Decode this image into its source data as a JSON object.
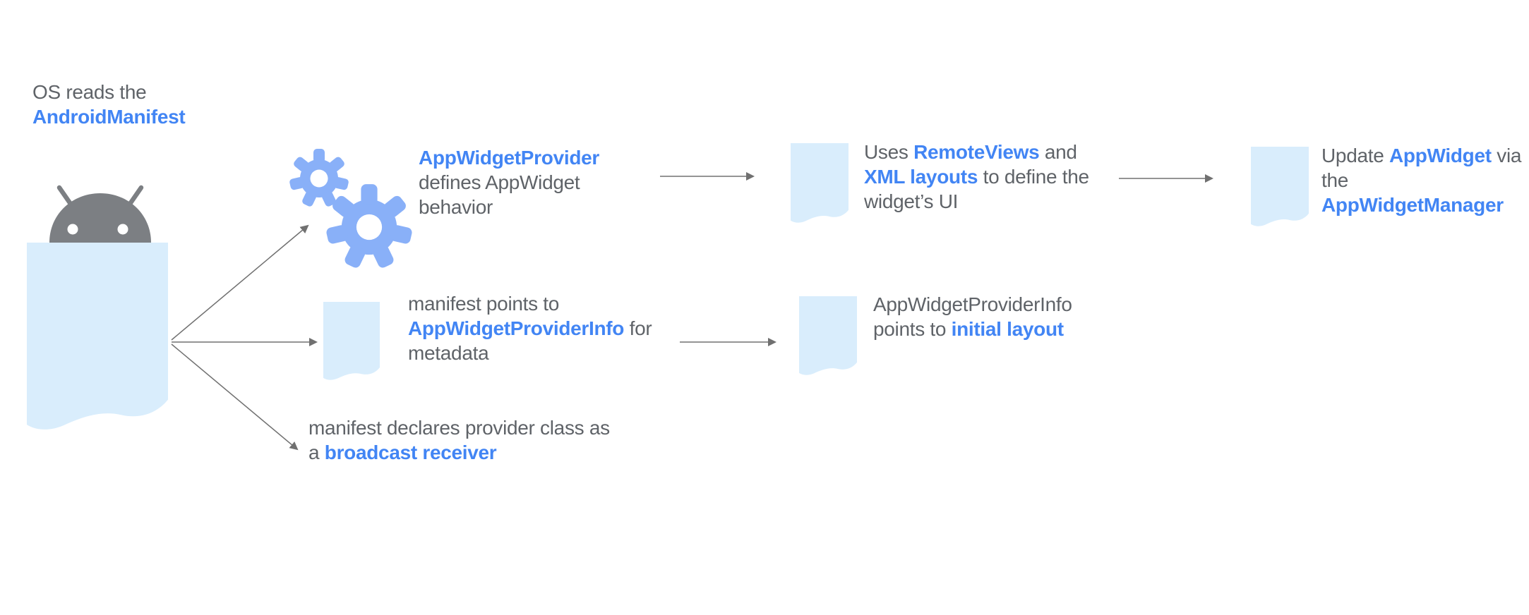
{
  "colors": {
    "text_gray": "#5F6368",
    "link_blue": "#4285F4",
    "doc_fill": "#D9EDFC",
    "gear_blue": "#89B0F8",
    "robot_gray": "#7C7F83",
    "arrow_gray": "#707070"
  },
  "icons": {
    "android_robot": "android-robot-head",
    "manifest_document": "large-page-with-wavy-bottom",
    "gears": "two-overlapping-gears",
    "document": "small-page-with-wavy-bottom",
    "arrow": "thin-gray-arrow"
  },
  "labels": {
    "os_manifest": [
      [
        {
          "text": "OS reads the"
        }
      ],
      [
        {
          "text": "AndroidManifest",
          "blue": true
        }
      ]
    ],
    "provider": [
      [
        {
          "text": "AppWidgetProvider",
          "blue": true
        }
      ],
      [
        {
          "text": "defines AppWidget"
        }
      ],
      [
        {
          "text": "behavior"
        }
      ]
    ],
    "remoteviews": [
      [
        {
          "text": "Uses "
        },
        {
          "text": "RemoteViews",
          "blue": true
        },
        {
          "text": " and"
        }
      ],
      [
        {
          "text": "XML layouts",
          "blue": true
        },
        {
          "text": " to define the"
        }
      ],
      [
        {
          "text": "widget’s UI"
        }
      ]
    ],
    "update": [
      [
        {
          "text": "Update "
        },
        {
          "text": "AppWidget",
          "blue": true
        },
        {
          "text": " via"
        }
      ],
      [
        {
          "text": "the"
        }
      ],
      [
        {
          "text": "AppWidgetManager",
          "blue": true
        }
      ]
    ],
    "providerinfo": [
      [
        {
          "text": "manifest points to"
        }
      ],
      [
        {
          "text": "AppWidgetProviderInfo",
          "blue": true
        },
        {
          "text": " for"
        }
      ],
      [
        {
          "text": "metadata"
        }
      ]
    ],
    "initial_layout": [
      [
        {
          "text": "AppWidgetProviderInfo"
        }
      ],
      [
        {
          "text": "points to "
        },
        {
          "text": "initial layout",
          "blue": true
        }
      ]
    ],
    "broadcast": [
      [
        {
          "text": "manifest declares provider class as"
        }
      ],
      [
        {
          "text": "a "
        },
        {
          "text": "broadcast receiver",
          "blue": true
        }
      ]
    ]
  }
}
